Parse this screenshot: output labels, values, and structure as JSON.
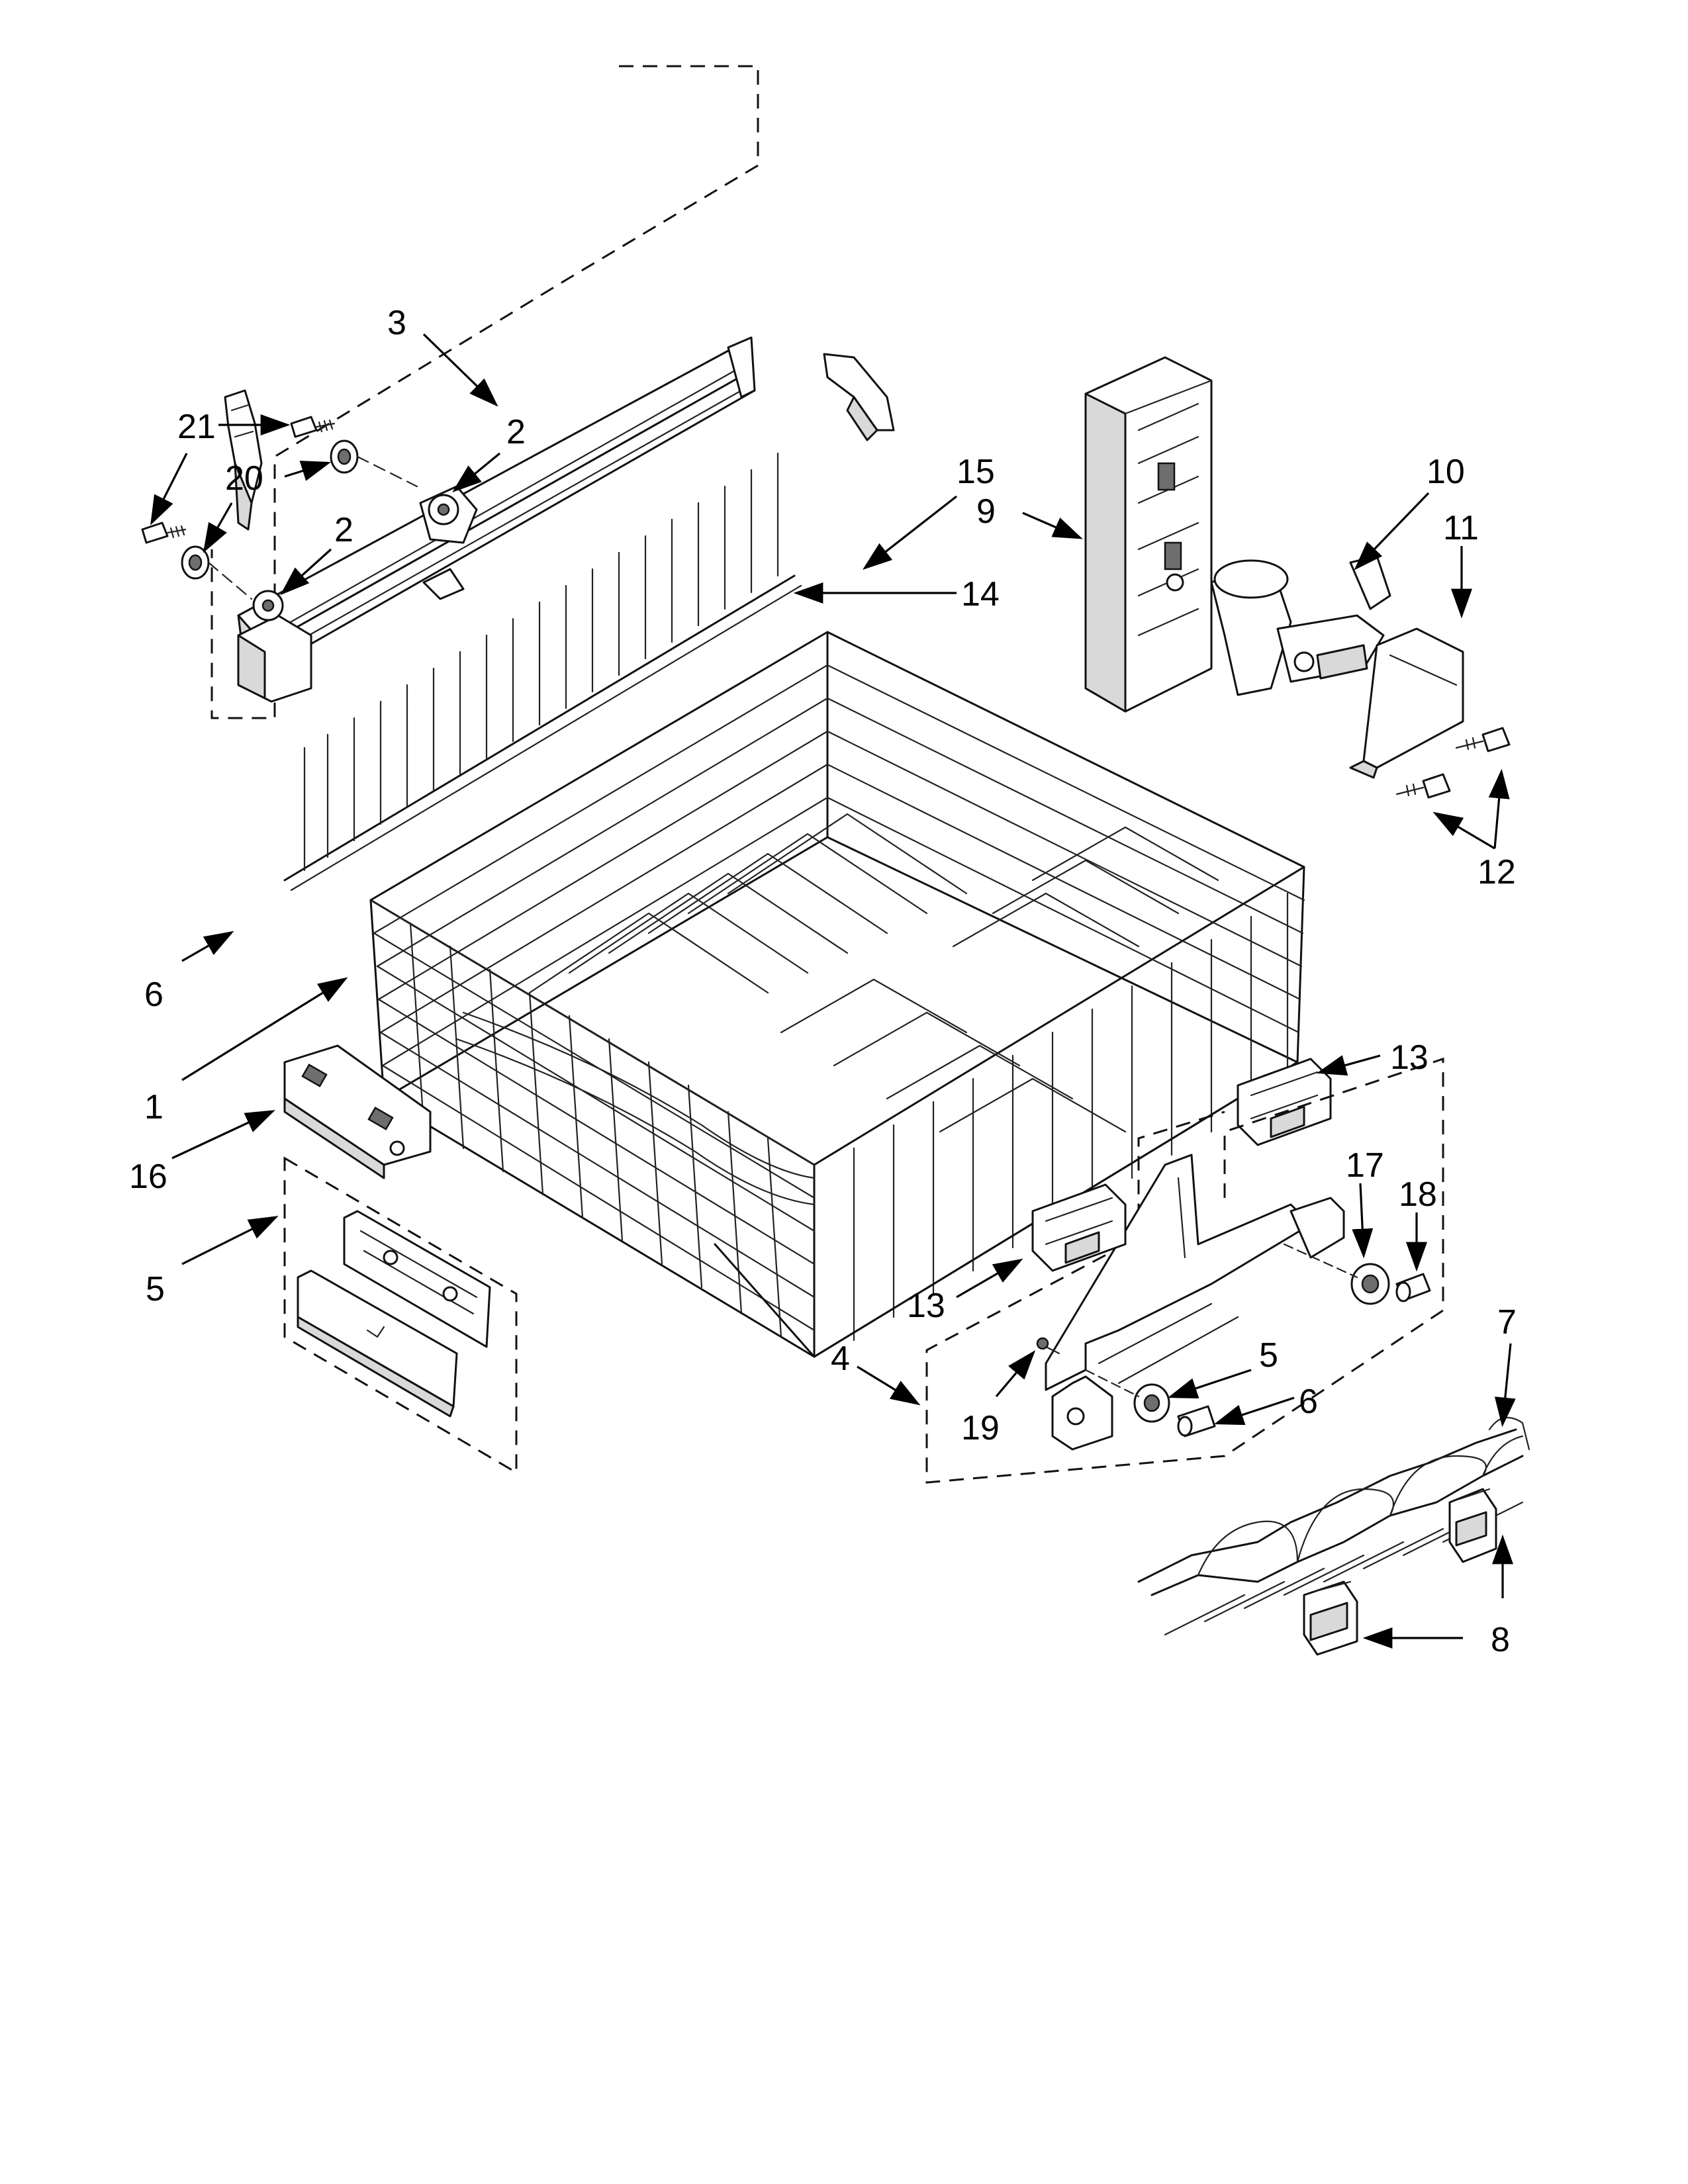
{
  "callouts": {
    "c1": "1",
    "c2a": "2",
    "c2b": "2",
    "c3": "3",
    "c4": "4",
    "c5a": "5",
    "c5b": "5",
    "c6a": "6",
    "c6b": "6",
    "c7": "7",
    "c8": "8",
    "c9": "9",
    "c10": "10",
    "c11": "11",
    "c12": "12",
    "c13a": "13",
    "c13b": "13",
    "c14": "14",
    "c15": "15",
    "c16": "16",
    "c17": "17",
    "c18": "18",
    "c19": "19",
    "c20": "20",
    "c21": "21"
  },
  "colors": {
    "ink": "#111111",
    "paper": "#ffffff",
    "shade": "#d9d9d9"
  }
}
